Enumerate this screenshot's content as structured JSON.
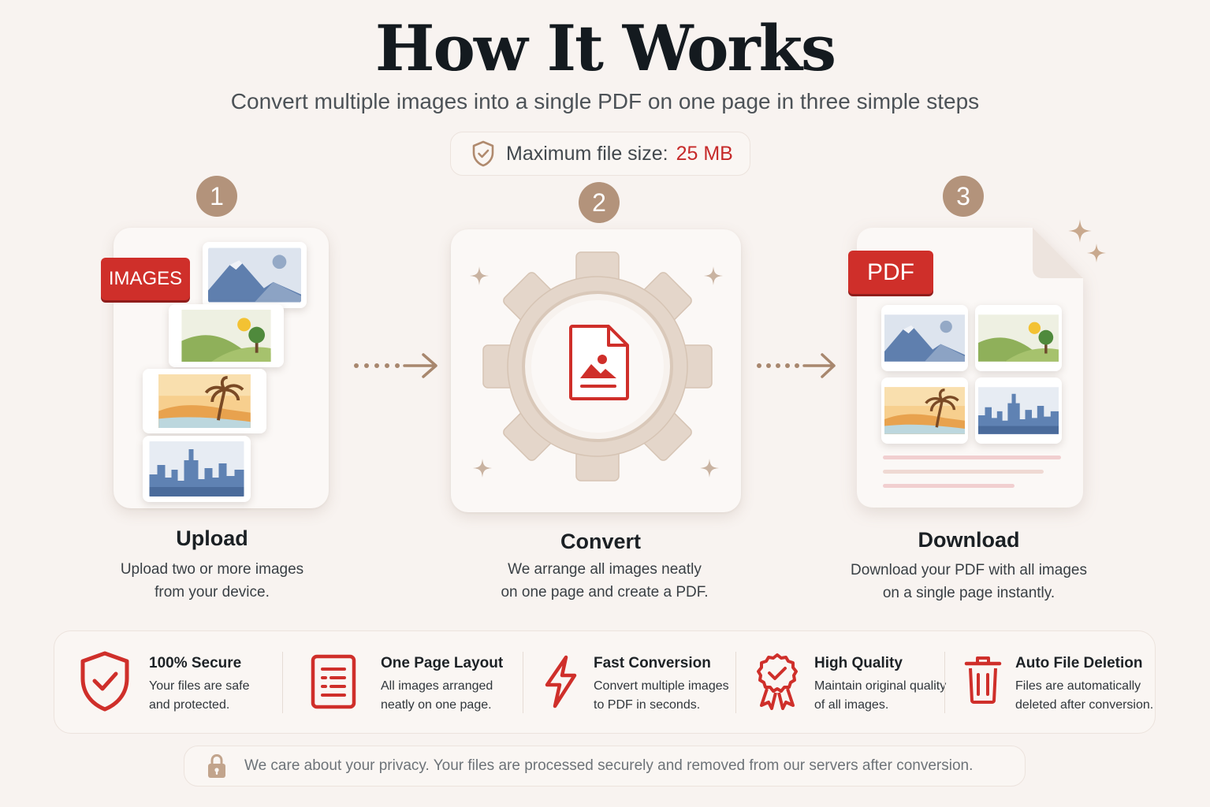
{
  "header": {
    "title": "How It Works",
    "subtitle": "Convert multiple images into a single PDF on one page in three simple steps"
  },
  "limit": {
    "label": "Maximum file size:",
    "value": "25 MB"
  },
  "steps": [
    {
      "number": "1",
      "tag": "IMAGES",
      "title": "Upload",
      "desc_line1": "Upload two or more images",
      "desc_line2": "from your device."
    },
    {
      "number": "2",
      "title": "Convert",
      "desc_line1": "We arrange all images neatly",
      "desc_line2": "on one page and create a PDF."
    },
    {
      "number": "3",
      "tag": "PDF",
      "title": "Download",
      "desc_line1": "Download your PDF with all images",
      "desc_line2": "on a single page instantly."
    }
  ],
  "features": [
    {
      "icon": "shield-check-icon",
      "title": "100% Secure",
      "line1": "Your files are safe",
      "line2": "and protected."
    },
    {
      "icon": "document-lines-icon",
      "title": "One Page Layout",
      "line1": "All images arranged",
      "line2": "neatly on one page."
    },
    {
      "icon": "lightning-icon",
      "title": "Fast Conversion",
      "line1": "Convert multiple images",
      "line2": "to PDF in seconds."
    },
    {
      "icon": "award-ribbon-icon",
      "title": "High Quality",
      "line1": "Maintain original quality",
      "line2": "of all images."
    },
    {
      "icon": "trash-icon",
      "title": "Auto File Deletion",
      "line1": "Files are automatically",
      "line2": "deleted after conversion."
    }
  ],
  "privacy": {
    "text": "We care about your privacy. Your files are processed securely and removed from our servers after conversion."
  },
  "colors": {
    "accent_red": "#cf2f2a",
    "badge_brown": "#b3937b",
    "gear_beige": "#e4d6ca",
    "background": "#f8f3f0"
  }
}
